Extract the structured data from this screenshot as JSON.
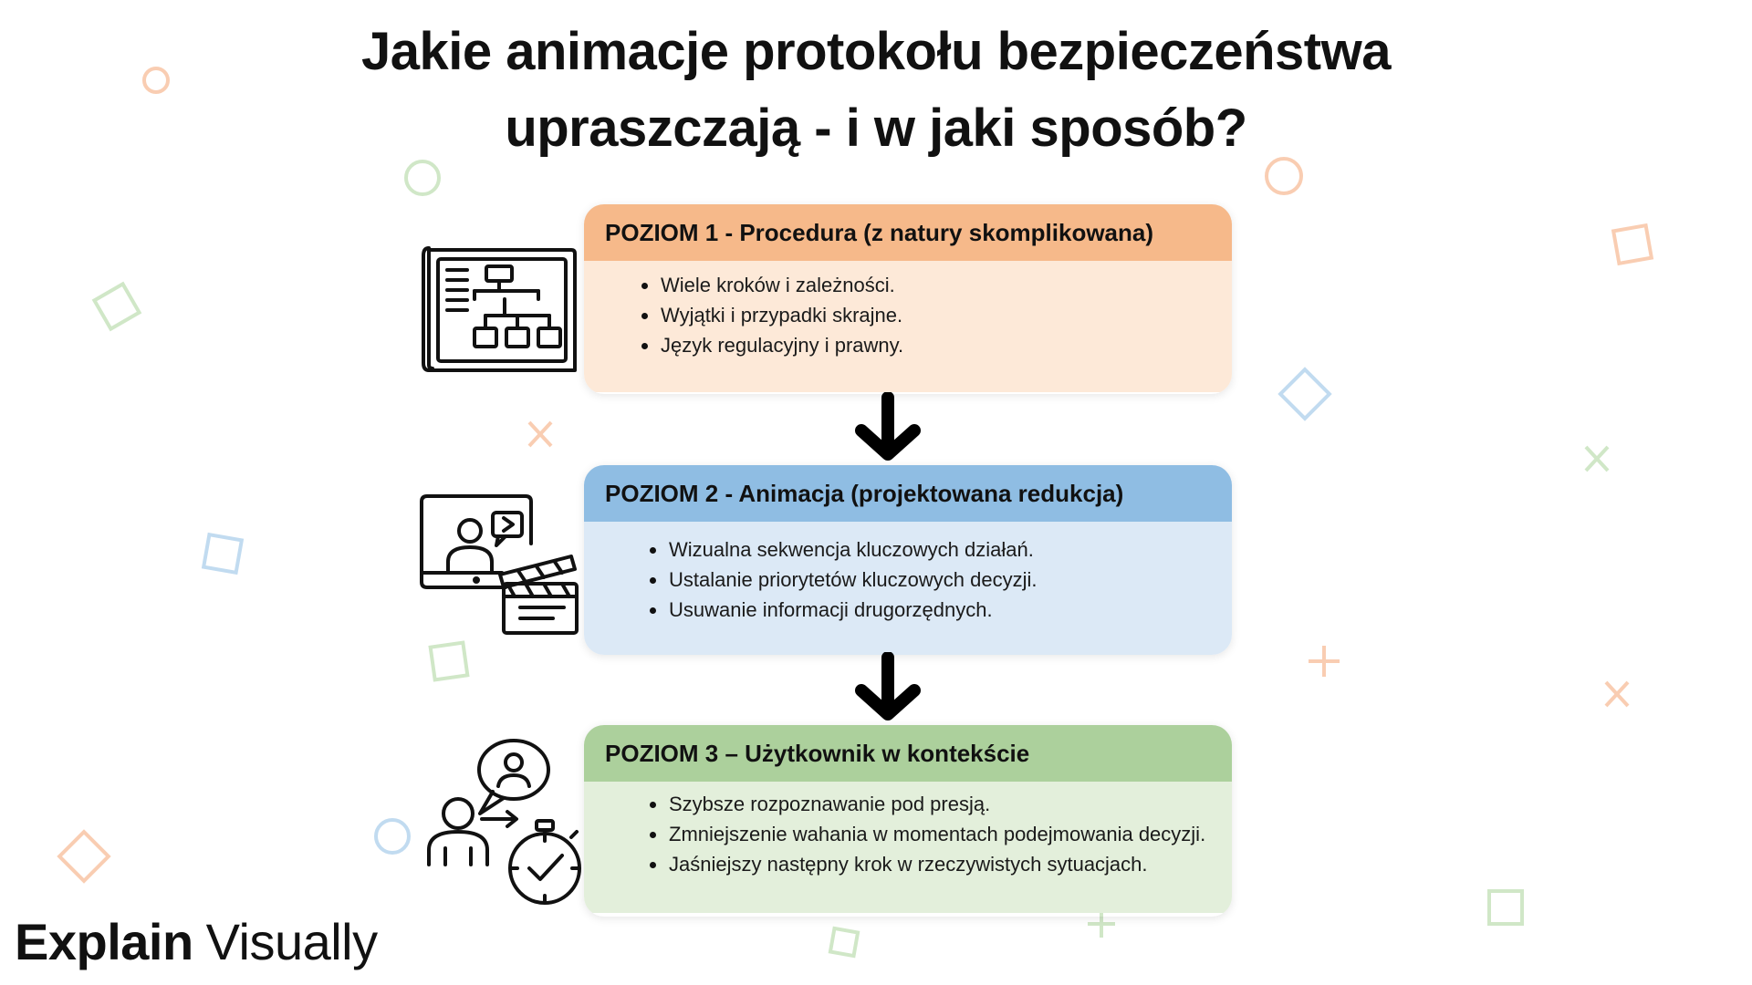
{
  "title": {
    "line1": "Jakie animacje protokołu bezpieczeństwa",
    "line2": "upraszczają - i w jaki sposób?"
  },
  "levels": [
    {
      "heading": "POZIOM 1 - Procedura (z natury skomplikowana)",
      "icon": "flowchart-document-icon",
      "color": "#f6b98a",
      "body_color": "#fde9d8",
      "items": [
        "Wiele kroków i zależności.",
        "Wyjątki i przypadki skrajne.",
        "Język regulacyjny i prawny."
      ]
    },
    {
      "heading": "POZIOM 2 - Animacja (projektowana redukcja)",
      "icon": "video-clapperboard-icon",
      "color": "#8fbde3",
      "body_color": "#dce9f6",
      "items": [
        "Wizualna sekwencja kluczowych działań.",
        "Ustalanie priorytetów kluczowych decyzji.",
        "Usuwanie informacji drugorzędnych."
      ]
    },
    {
      "heading": "POZIOM 3 – Użytkownik w kontekście",
      "icon": "user-decision-stopwatch-icon",
      "color": "#acd09c",
      "body_color": "#e3efdb",
      "items": [
        "Szybsze rozpoznawanie pod presją.",
        "Zmniejszenie wahania w momentach podejmowania decyzji.",
        "Jaśniejszy następny krok w rzeczywistych sytuacjach."
      ]
    }
  ],
  "connector_icon": "arrow-down-icon",
  "brand": {
    "word1": "Explain",
    "word2": "Visually"
  }
}
